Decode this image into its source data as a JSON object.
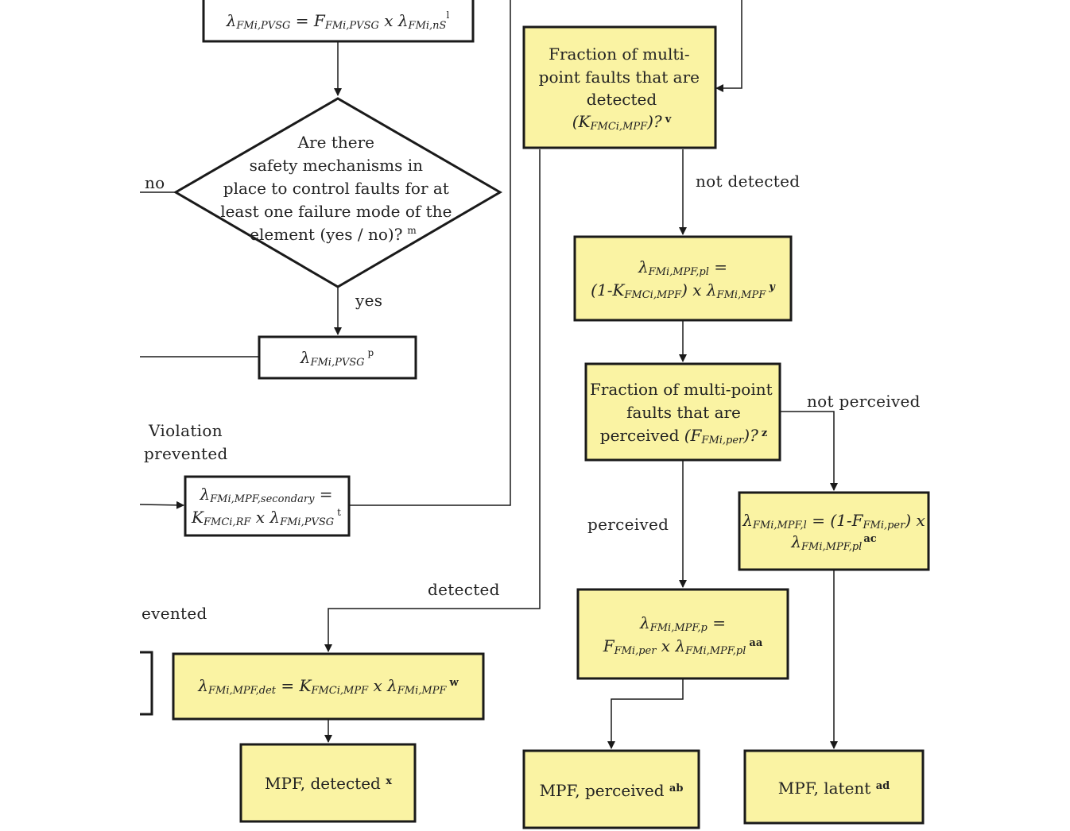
{
  "colors": {
    "box_fill": "#faf3a3",
    "stroke": "#1a1a1a",
    "text": "#222222"
  },
  "nodes": {
    "pvsg_formula": {
      "lhs_symbol": "λ",
      "lhs_sub": "FMi,PVSG",
      "eq": " = ",
      "f_symbol": "F",
      "f_sub": "FMi,PVSG",
      "times": " x ",
      "rhs_symbol": "λ",
      "rhs_sub": "FMi,nS",
      "note": "l"
    },
    "safety_decision": {
      "lines": [
        "Are there",
        "safety mechanisms in",
        "place to control faults for at",
        "least one failure mode of the",
        "element (yes / no)?"
      ],
      "note": "m"
    },
    "pvsg_result": {
      "symbol": "λ",
      "sub": "FMi,PVSG",
      "note": "p"
    },
    "mpf_secondary": {
      "line1_symbol": "λ",
      "line1_sub": "FMi,MPF,secondary",
      "line1_eq": " =",
      "k_symbol": "K",
      "k_sub": "FMCi,RF",
      "times": " x ",
      "l_symbol": "λ",
      "l_sub": "FMi,PVSG",
      "note": "t"
    },
    "mpf_detected_fraction": {
      "lines": [
        "Fraction of multi-",
        "point faults that are",
        "detected"
      ],
      "k_open": "(K",
      "k_sub": "FMCi,MPF",
      "k_close": ")?",
      "note": "v"
    },
    "mpf_pl": {
      "line1_symbol": "λ",
      "line1_sub": "FMi,MPF,pl",
      "line1_eq": " =",
      "l2_open": "(1-K",
      "l2_sub1": "FMCi,MPF",
      "l2_mid": ") x λ",
      "l2_sub2": "FMi,MPF",
      "note": "y"
    },
    "mpf_perceived_fraction": {
      "lines": [
        "Fraction of multi-point",
        "faults that are"
      ],
      "line3_text": "perceived ",
      "f_open": "(F",
      "f_sub": "FMi,per",
      "f_close": ")?",
      "note": "z"
    },
    "mpf_latent_formula": {
      "l_symbol": "λ",
      "l_sub": "FMi,MPF,l",
      "mid": " = (1-F",
      "f_sub": "FMi,per",
      "close": ") x",
      "l2_symbol": "λ",
      "l2_sub": "FMi,MPF,pl",
      "note": "ac"
    },
    "mpf_p_formula": {
      "line1_symbol": "λ",
      "line1_sub": "FMi,MPF,p",
      "line1_eq": " =",
      "f_symbol": "F",
      "f_sub": "FMi,per",
      "times": " x λ",
      "l_sub": "FMi,MPF,pl",
      "note": "aa"
    },
    "mpf_det_formula": {
      "l_symbol": "λ",
      "l_sub": "FMi,MPF,det",
      "eq": " = K",
      "k_sub": "FMCi,MPF",
      "times": " x λ",
      "l2_sub": "FMi,MPF",
      "note": "w"
    },
    "mpf_detected": {
      "text": "MPF, detected ",
      "note": "x"
    },
    "mpf_perceived": {
      "text": "MPF, perceived ",
      "note": "ab"
    },
    "mpf_latent": {
      "text": "MPF, latent ",
      "note": "ad"
    }
  },
  "edge_labels": {
    "no": "no",
    "yes": "yes",
    "not_detected": "not detected",
    "not_perceived": "not perceived",
    "perceived": "perceived",
    "detected": "detected",
    "violation": "Violation",
    "prevented": "prevented",
    "evented": "evented"
  }
}
